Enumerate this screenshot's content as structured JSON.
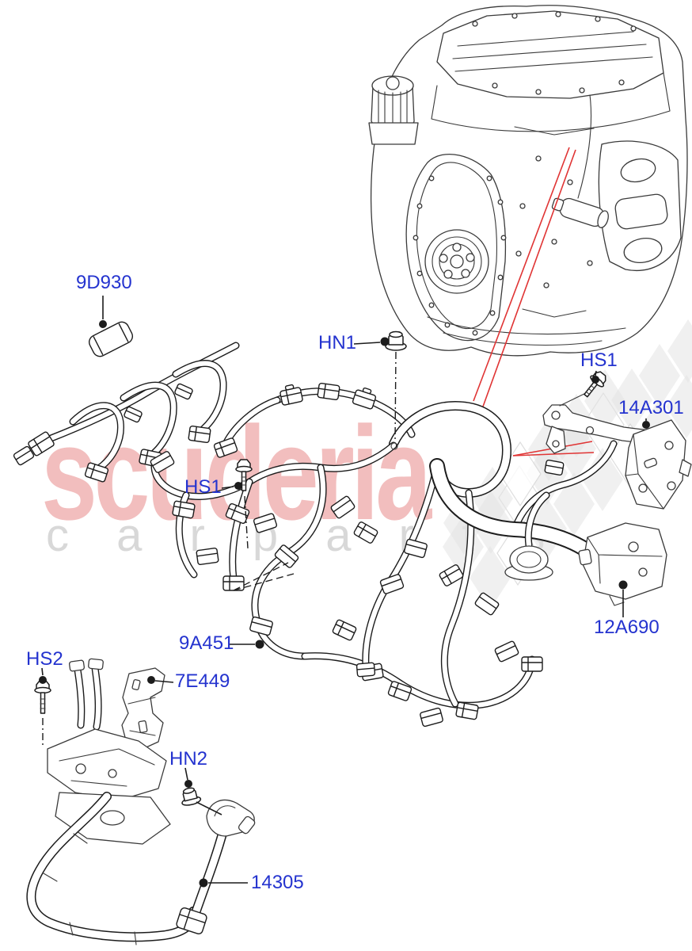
{
  "watermark": {
    "brand": "scuderia",
    "tagline": "c a r    p a r t s"
  },
  "colors": {
    "bg": "#ffffff",
    "label": "#2433cf",
    "line": "#1c1c1c",
    "art": "#3a3a3a",
    "red": "#e03434",
    "brand": "#efaeae",
    "tagline": "#d8d8d8",
    "diamond": "#e3e3e3"
  },
  "labels": {
    "p9d930": "9D930",
    "hn1": "HN1",
    "hs1a": "HS1",
    "p14a301": "14A301",
    "hs1b": "HS1",
    "p9a451": "9A451",
    "p12a690": "12A690",
    "p7e449": "7E449",
    "hs2": "HS2",
    "hn2": "HN2",
    "p14305": "14305"
  }
}
